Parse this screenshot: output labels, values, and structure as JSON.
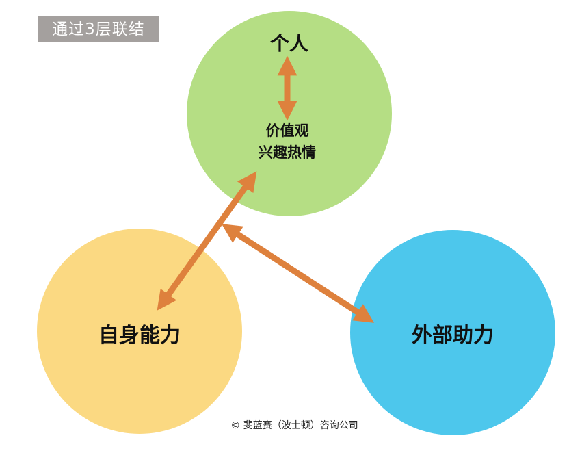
{
  "title": "通过3层联结",
  "colors": {
    "personal": "#b5de84",
    "ability": "#fbd982",
    "external": "#4dc7ec",
    "arrow": "#de813d",
    "badge": "#a4a09e"
  },
  "nodes": {
    "personal": {
      "label": "个人",
      "sublabel_line1": "价值观",
      "sublabel_line2": "兴趣热情"
    },
    "ability": {
      "label": "自身能力"
    },
    "external": {
      "label": "外部助力"
    }
  },
  "footer": "© 斐蓝赛（波士顿）咨询公司"
}
